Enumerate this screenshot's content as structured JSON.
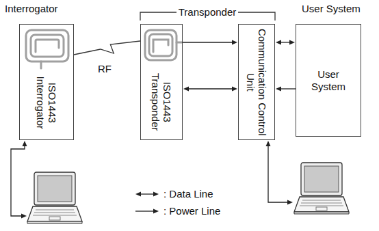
{
  "diagram": {
    "nodes": [
      {
        "text": [
          "Interrogator",
          "ISO1443 Interrogator"
        ]
      },
      {
        "text": [
          "ISO1443 Transponder"
        ]
      },
      {
        "text": [
          "Communication Control Unit"
        ]
      },
      {
        "text": [
          "User System",
          "User System"
        ]
      }
    ],
    "edges": [
      {
        "from": 0,
        "to": 1,
        "arrow": "none",
        "label": "RF"
      },
      {
        "from": 1,
        "to": 2,
        "arrow": "to"
      },
      {
        "from": 1,
        "to": 2,
        "arrow": "both"
      },
      {
        "from": 2,
        "to": 3,
        "arrow": "both"
      },
      {
        "from": 3,
        "to": 2,
        "arrow": "to"
      }
    ],
    "labels": [
      "Transponder"
    ],
    "legend": [
      {
        "text": ": Data Line"
      },
      {
        "text": ": Power Line"
      }
    ]
  }
}
